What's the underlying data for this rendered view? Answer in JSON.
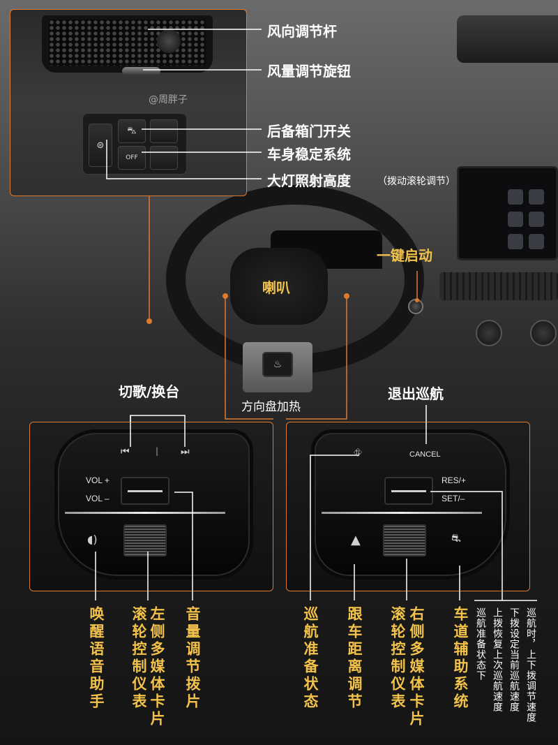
{
  "watermark": "@周胖子",
  "top_labels": {
    "vent_lever": "风向调节杆",
    "vent_knob": "风量调节旋钮",
    "tailgate": "后备箱门开关",
    "stability": "车身稳定系统",
    "headlight": "大灯照射高度",
    "headlight_note": "（拨动滚轮调节）"
  },
  "scene_labels": {
    "start": "一键启动",
    "horn": "喇叭",
    "wheel_heat": "方向盘加热",
    "switch_track": "切歌/换台",
    "cancel_cruise": "退出巡航"
  },
  "left_pad": {
    "vol_up": "VOL +",
    "vol_down": "VOL –",
    "prev_icon": "⏮",
    "next_icon": "⏭"
  },
  "right_pad": {
    "cancel": "CANCEL",
    "res": "RES/+",
    "set": "SET/–"
  },
  "bottom_labels": {
    "voice": "唤醒语音助手",
    "left_roller": "左侧多媒体卡片",
    "left_roller_b": "滚轮控制仪表",
    "volume": "音量调节拨片",
    "cruise_ready": "巡航准备状态",
    "follow": "跟车距离调节",
    "right_roller": "右侧多媒体卡片",
    "right_roller_b": "滚轮控制仪表",
    "lane": "车道辅助系统",
    "cruise_note_1": "巡航时，上下拨调节速度",
    "cruise_note_2": "下拨设定当前巡航速度",
    "cruise_note_3": "上拨恢复上次巡航速度",
    "cruise_note_4": "巡航准备状态下"
  },
  "colors": {
    "accent": "#e07a2e",
    "label_gold": "#f2c24b"
  }
}
